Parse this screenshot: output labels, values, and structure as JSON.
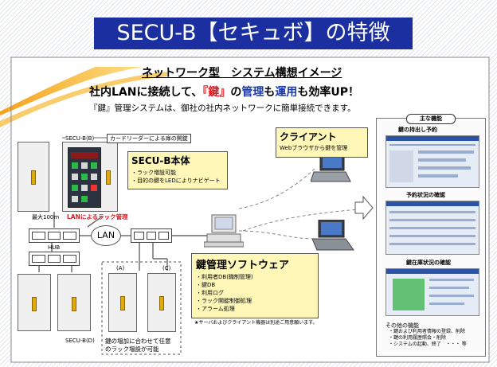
{
  "title": "SECU-B【セキュボ】の特徴",
  "subtitle": "ネットワーク型　システム構想イメージ",
  "lead": {
    "part1": "社内LANに接続して、",
    "part2": "『鍵』",
    "part3": "の",
    "part4": "管理",
    "part5": "も",
    "part6": "運用",
    "part7": "も効率UP！"
  },
  "description": "『鍵』管理システムは、御社の社内ネットワークに簡単接続できます。",
  "secub_label_top": "SECU-B(B)",
  "secub_label_bottom": "SECU-B(D)",
  "card_reader": "カードリーダーによる扉の開錠",
  "max_distance": "最大100m",
  "lan_rack": "LANによるラック管理",
  "lan": "LAN",
  "hub": "HUB",
  "secub_main": {
    "title": "SECU-B本体",
    "items": [
      "・ラック増設可能",
      "・目的の鍵をLEDによりナビゲート"
    ]
  },
  "client": {
    "title": "クライアント",
    "desc": "Webブラウザから鍵を管理"
  },
  "software": {
    "title": "鍵管理ソフトウェア",
    "items": [
      "・利用者DB(職制管理)",
      "・鍵DB",
      "・利用ログ",
      "・ラック開錠制御処理",
      "・アラーム処理"
    ]
  },
  "note": "★サーバおよびクライアント機器は別途ご用意願います。",
  "expansion": {
    "a": "(A)",
    "c": "(C)",
    "text1": "鍵の増加に合わせて任意",
    "text2": "のラック増設が可能"
  },
  "features": {
    "header": "主な機能",
    "item1": "鍵の持出し予約",
    "item2": "予約状況の確認",
    "item3": "鍵在庫状況の確認",
    "other_title": "その他の機能",
    "other_items": [
      "・鍵および利用者情報の登録、削除",
      "・鍵の利用履歴照会・削除",
      "・システムの起動、終了　・・・ 等"
    ]
  },
  "colors": {
    "title_bg": "#1c2fa0",
    "accent_red": "#e8141d",
    "accent_blue": "#1b3aa8",
    "callout_bg": "#fff7b8"
  }
}
